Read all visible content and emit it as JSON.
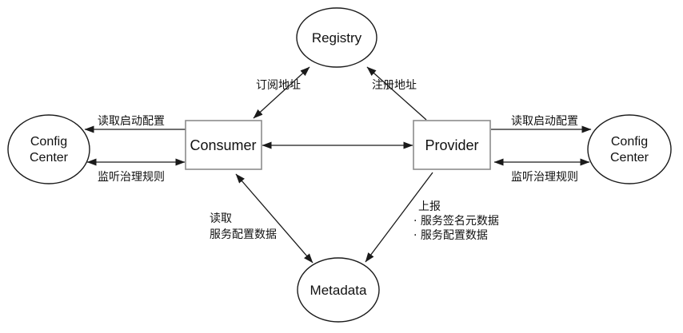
{
  "diagram": {
    "background": "#ffffff",
    "colors": {
      "line": "#1a1a1a",
      "ellipse_border": "#1a1a1a",
      "box_border": "#8c8c8c",
      "text": "#111111"
    },
    "nodes": {
      "registry": {
        "label": "Registry",
        "shape": "ellipse"
      },
      "consumer": {
        "label": "Consumer",
        "shape": "rect"
      },
      "provider": {
        "label": "Provider",
        "shape": "rect"
      },
      "config_center_left": {
        "line1": "Config",
        "line2": "Center",
        "shape": "ellipse"
      },
      "config_center_right": {
        "line1": "Config",
        "line2": "Center",
        "shape": "ellipse"
      },
      "metadata": {
        "label": "Metadata",
        "shape": "ellipse"
      }
    },
    "edges": {
      "subscribe": {
        "from": "Consumer",
        "to": "Registry",
        "direction": "both",
        "label": "订阅地址"
      },
      "register": {
        "from": "Provider",
        "to": "Registry",
        "direction": "to",
        "label": "注册地址"
      },
      "invoke": {
        "from": "Consumer",
        "to": "Provider",
        "direction": "both",
        "label": ""
      },
      "consumer_read_config": {
        "from": "Consumer",
        "to": "Config Center",
        "direction": "to",
        "label": "读取启动配置"
      },
      "consumer_listen_rules": {
        "from": "Consumer",
        "to": "Config Center",
        "direction": "both",
        "label": "监听治理规则"
      },
      "provider_read_config": {
        "from": "Provider",
        "to": "Config Center",
        "direction": "to",
        "label": "读取启动配置"
      },
      "provider_listen_rules": {
        "from": "Provider",
        "to": "Config Center",
        "direction": "both",
        "label": "监听治理规则"
      },
      "consumer_metadata": {
        "from": "Consumer",
        "to": "Metadata",
        "direction": "both",
        "label_line1": "读取",
        "label_line2": "服务配置数据"
      },
      "provider_metadata": {
        "from": "Provider",
        "to": "Metadata",
        "direction": "to",
        "label_line1": "上报",
        "label_line2": "· 服务签名元数据",
        "label_line3": "· 服务配置数据"
      }
    }
  }
}
